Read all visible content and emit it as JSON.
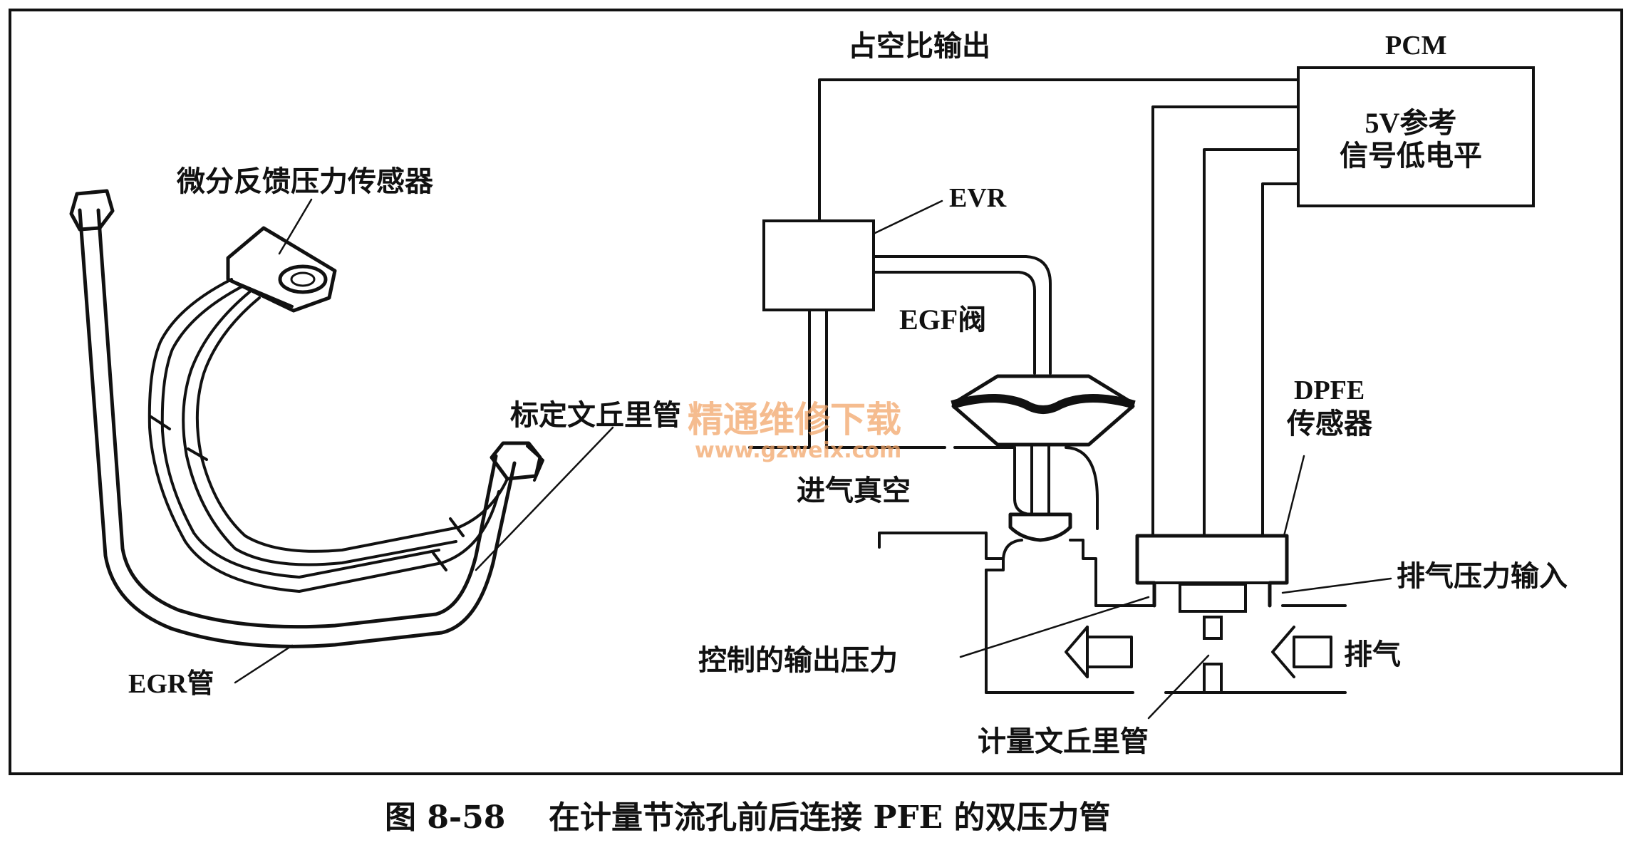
{
  "labels": {
    "duty_output": "占空比输出",
    "pcm": "PCM",
    "pcm_box_line1": "5V参考",
    "pcm_box_line2": "信号低电平",
    "evr": "EVR",
    "egf_valve": "EGF阀",
    "dpfe_line1": "DPFE",
    "dpfe_line2": "传感器",
    "intake_vacuum": "进气真空",
    "exhaust_pressure_input": "排气压力输入",
    "controlled_output_pressure": "控制的输出压力",
    "exhaust": "排气",
    "metering_venturi": "计量文丘里管",
    "sensor_name": "微分反馈压力传感器",
    "calibrated_venturi": "标定文丘里管",
    "egr_tube": "EGR管"
  },
  "watermark": {
    "line1": "精通维修下载",
    "line2": "www.gzweix.com",
    "color": "#f2a66a"
  },
  "caption": {
    "figure_no": "图 8-58",
    "text": "在计量节流孔前后连接 PFE 的双压力管"
  }
}
